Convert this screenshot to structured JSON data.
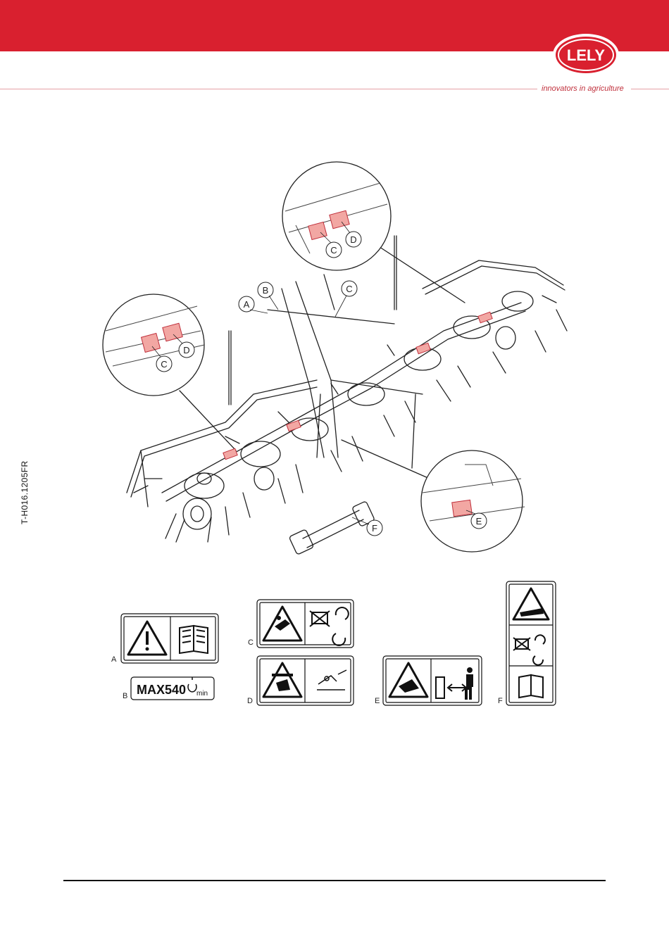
{
  "brand": {
    "logo_text": "LELY",
    "tagline": "innovators in agriculture",
    "primary_color": "#d9202f"
  },
  "document": {
    "code": "T-H016.1205FR"
  },
  "figure": {
    "callouts": [
      "A",
      "B",
      "C",
      "C",
      "D",
      "C",
      "D",
      "C",
      "D",
      "E",
      "F"
    ],
    "decal_labels": [
      "A",
      "B",
      "C",
      "D",
      "E",
      "F"
    ],
    "decal_b": {
      "max_text": "MAX",
      "speed_value": "540",
      "speed_unit": "min"
    }
  }
}
